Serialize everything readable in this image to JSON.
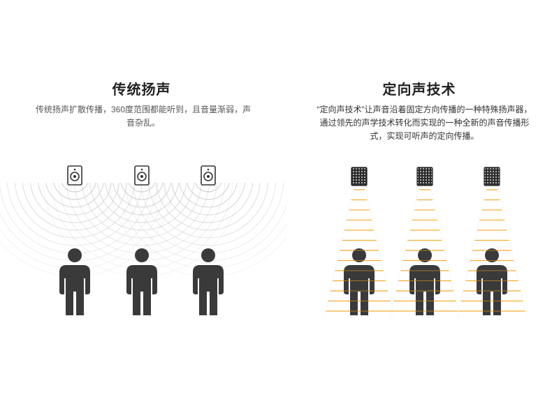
{
  "left": {
    "title": "传统扬声",
    "description": "传统扬声扩散传播，360度范围都能听到，且音量渐弱，声音杂乱。",
    "speaker_icon": "speaker-icon",
    "person_icon": "person-icon"
  },
  "right": {
    "title": "定向声技术",
    "description": "“定向声技术”让声音沿着固定方向传播的一种特殊扬声器，通过领先的声学技术转化而实现的一种全新的声音传播形式，实现可听声的定向传播。",
    "speaker_icon": "directional-speaker-icon",
    "person_icon": "person-icon"
  },
  "colors": {
    "wave": "#c8c8c8",
    "beam": "#f5a623",
    "person": "#3a3a3a"
  }
}
